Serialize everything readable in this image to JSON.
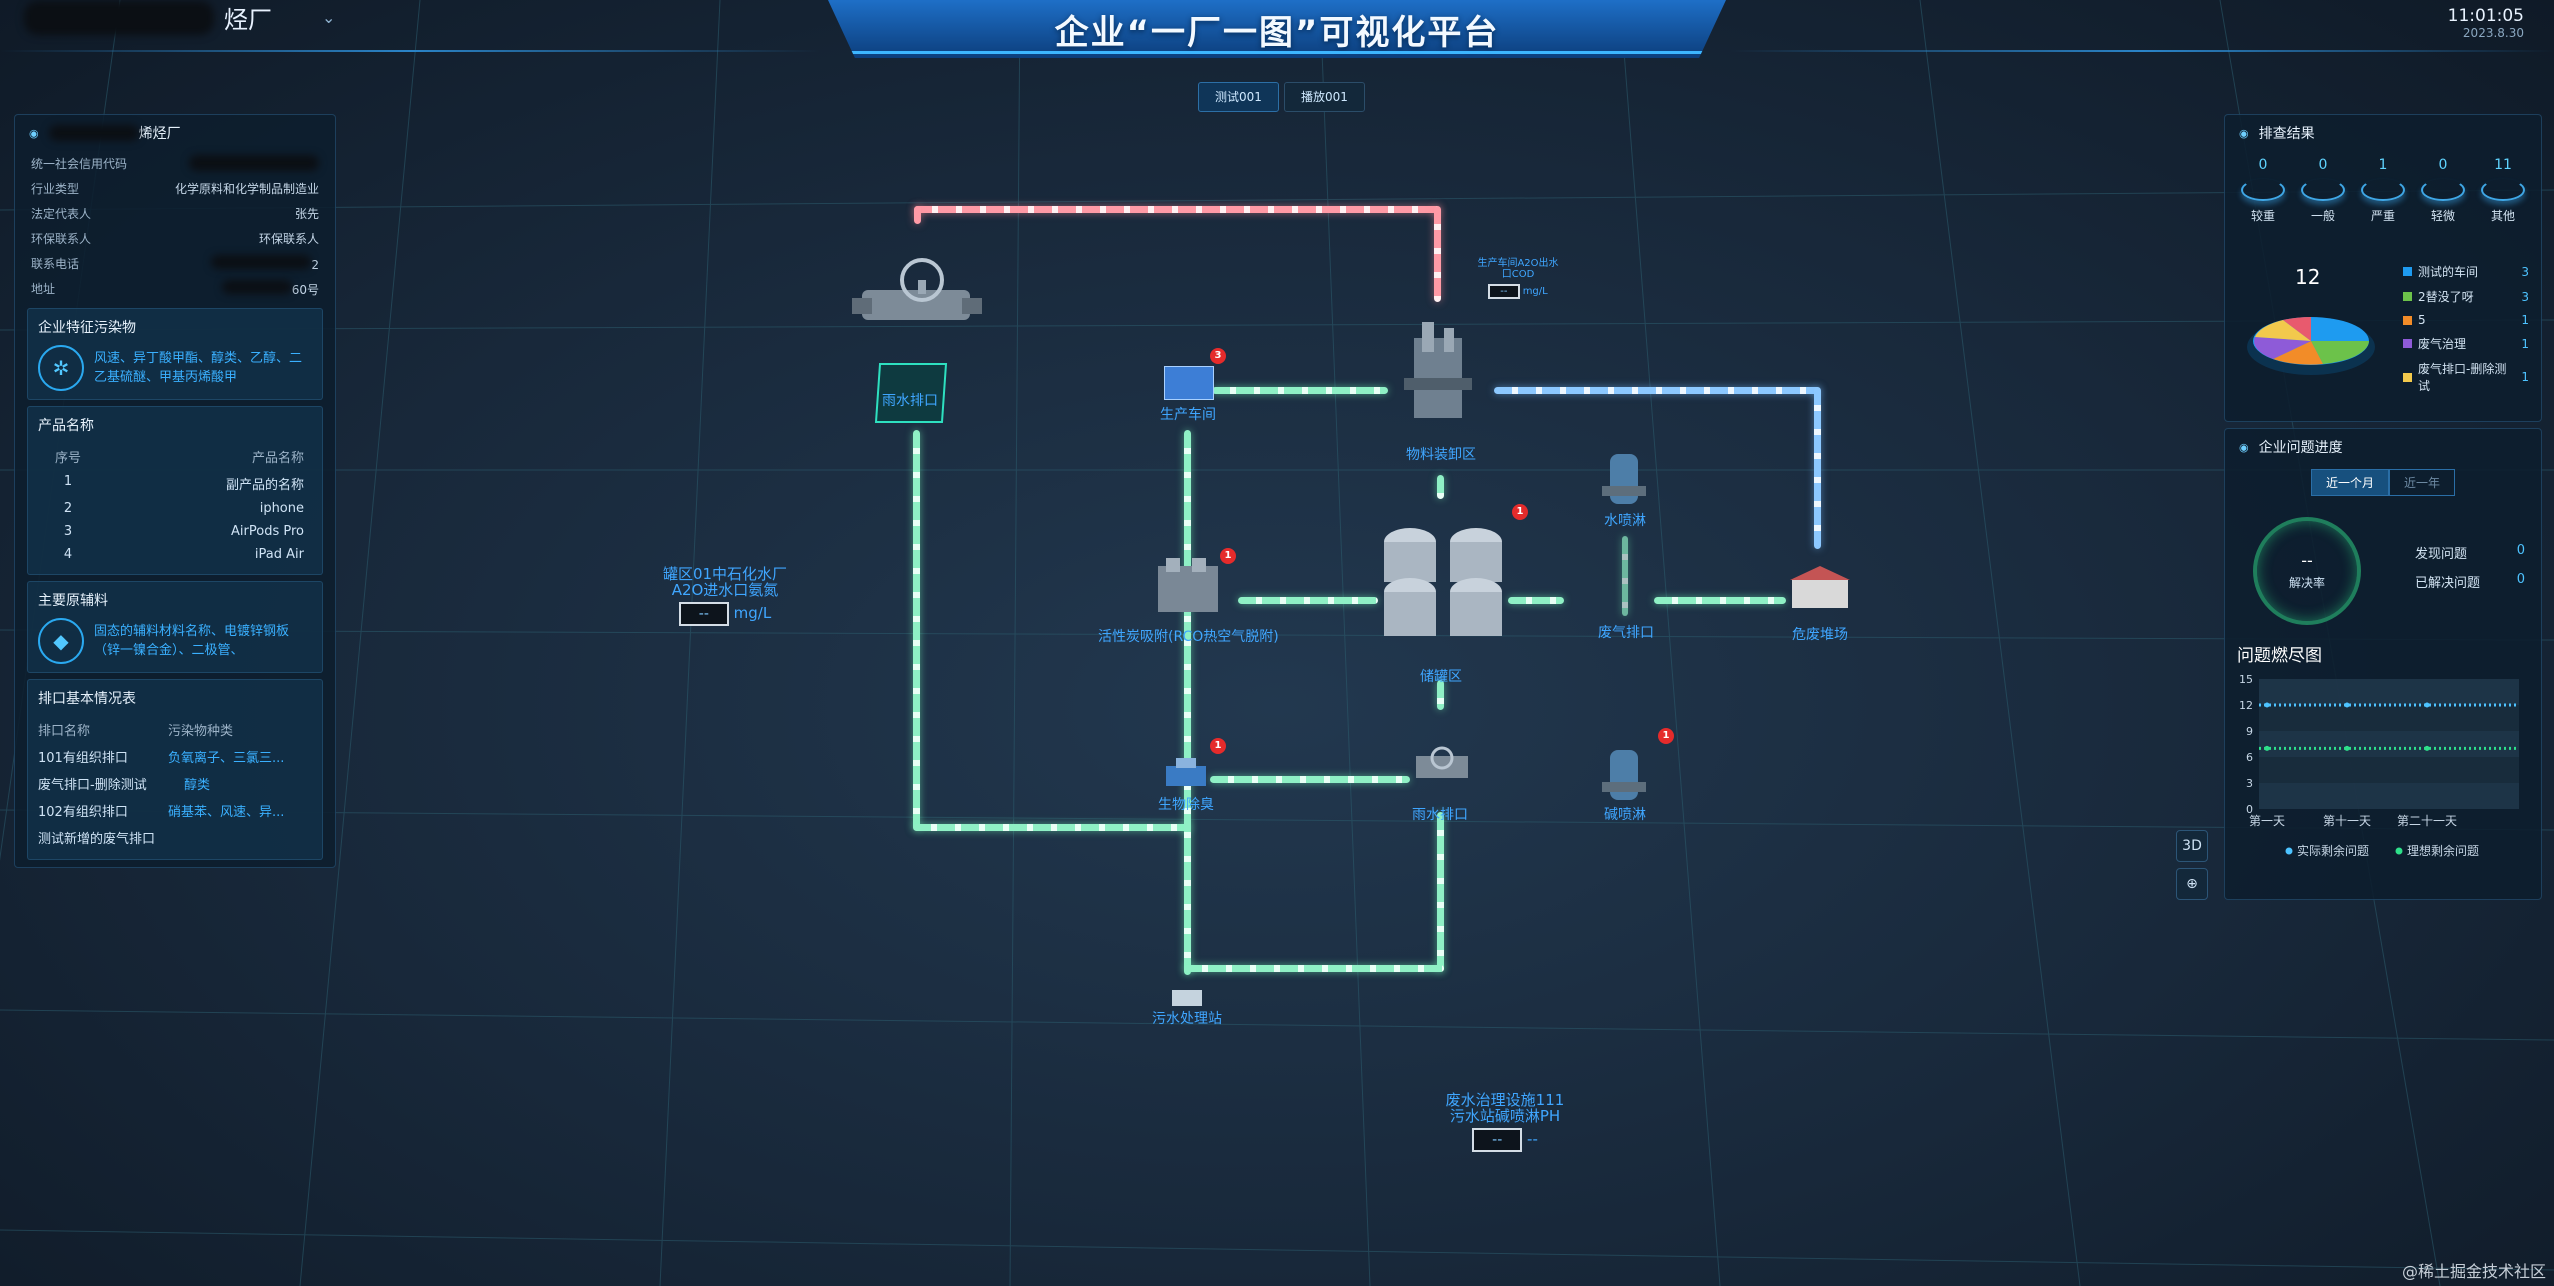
{
  "header": {
    "factory_suffix": "烃厂",
    "title": "企业“一厂一图”可视化平台",
    "time": "11:01:05",
    "date": "2023.8.30",
    "tabs": [
      "测试001",
      "播放001"
    ]
  },
  "company_panel": {
    "title_suffix": "烯烃厂",
    "fields": [
      {
        "k": "统一社会信用代码",
        "v": ""
      },
      {
        "k": "行业类型",
        "v": "化学原料和化学制品制造业"
      },
      {
        "k": "法定代表人",
        "v": "张先"
      },
      {
        "k": "环保联系人",
        "v": "环保联系人"
      },
      {
        "k": "联系电话",
        "v": "2"
      },
      {
        "k": "地址",
        "v": "60号"
      }
    ],
    "pollutants": {
      "title": "企业特征污染物",
      "text": "风速、异丁酸甲酯、醇类、乙醇、二乙基硫醚、甲基丙烯酸甲"
    },
    "products": {
      "title": "产品名称",
      "headers": [
        "序号",
        "产品名称"
      ],
      "rows": [
        [
          "1",
          "副产品的名称"
        ],
        [
          "2",
          "iphone"
        ],
        [
          "3",
          "AirPods Pro"
        ],
        [
          "4",
          "iPad Air"
        ]
      ]
    },
    "materials": {
      "title": "主要原辅料",
      "text": "固态的辅料材料名称、电镀锌钢板（锌一镍合金）、二极管、"
    },
    "outlets": {
      "title": "排口基本情况表",
      "headers": [
        "排口名称",
        "污染物种类"
      ],
      "rows": [
        [
          "101有组织排口",
          "负氧离子、三氯三..."
        ],
        [
          "废气排口-删除测试",
          "醇类"
        ],
        [
          "102有组织排口",
          "硝基苯、风速、异..."
        ],
        [
          "测试新增的废气排口",
          ""
        ]
      ]
    }
  },
  "diagram": {
    "nodes": {
      "rain_outlet_top": "雨水排口",
      "workshop": "生产车间",
      "loading": "物料装卸区",
      "water_spray": "水喷淋",
      "activated_carbon": "活性炭吸附(RCO热空气脱附)",
      "tank": "储罐区",
      "exhaust": "废气排口",
      "hazard": "危废堆场",
      "bio": "生物除臭",
      "rain_outlet_bottom": "雨水排口",
      "alkali": "碱喷淋",
      "sewage": "污水处理站"
    },
    "badges": {
      "workshop": "3",
      "activated_carbon": "1",
      "tank": "1",
      "bio": "1",
      "alkali": "1"
    },
    "readouts": {
      "left": {
        "label": "罐区01中石化水厂A2O进水口氨氮",
        "value": "--",
        "unit": "mg/L"
      },
      "top": {
        "label": "生产车间A2O出水口COD",
        "value": "--",
        "unit": "mg/L"
      },
      "bottom": {
        "label": "废水治理设施111污水站碱喷淋PH",
        "value": "--",
        "unit": "--"
      }
    }
  },
  "results_panel": {
    "title": "排查结果",
    "stats": [
      {
        "n": "0",
        "label": "较重"
      },
      {
        "n": "0",
        "label": "一般"
      },
      {
        "n": "1",
        "label": "严重"
      },
      {
        "n": "0",
        "label": "轻微"
      },
      {
        "n": "11",
        "label": "其他"
      }
    ],
    "total": "12",
    "legend": [
      {
        "name": "测试的车间",
        "value": "3",
        "color": "#1e9bf0"
      },
      {
        "name": "2替没了呀",
        "value": "3",
        "color": "#6cc24a"
      },
      {
        "name": "5",
        "value": "1",
        "color": "#f28c28"
      },
      {
        "name": "废气治理",
        "value": "1",
        "color": "#8e5bd8"
      },
      {
        "name": "废气排口-删除测试",
        "value": "1",
        "color": "#f2c94c"
      }
    ]
  },
  "progress_panel": {
    "title": "企业问题进度",
    "tabs": [
      "近一个月",
      "近一年"
    ],
    "gauge_value": "--",
    "gauge_label": "解决率",
    "items": [
      {
        "k": "发现问题",
        "v": "0"
      },
      {
        "k": "已解决问题",
        "v": "0"
      }
    ],
    "burndown_title": "问题燃尽图"
  },
  "chart_data": {
    "type": "line",
    "title": "问题燃尽图",
    "categories": [
      "第一天",
      "第十一天",
      "第二十一天"
    ],
    "ylim": [
      0,
      15
    ],
    "yticks": [
      0,
      3,
      6,
      9,
      12,
      15
    ],
    "series": [
      {
        "name": "实际剩余问题",
        "color": "#4dc3ff",
        "values": [
          12,
          12,
          12
        ]
      },
      {
        "name": "理想剩余问题",
        "color": "#2ee08a",
        "values": [
          7,
          7,
          7
        ]
      }
    ]
  },
  "side_buttons": [
    "3D",
    "⊕"
  ],
  "watermark": "@稀土掘金技术社区"
}
